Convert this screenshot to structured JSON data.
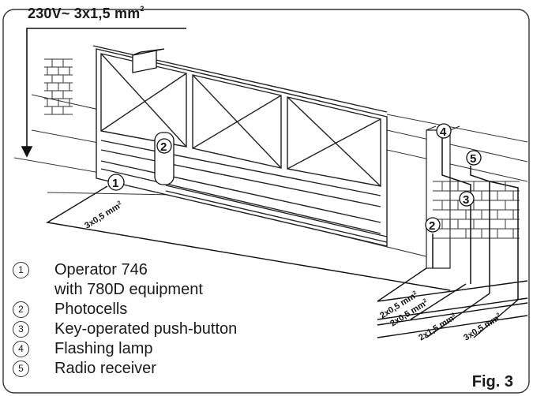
{
  "supply": {
    "text": "230V~ 3x1,5 mm",
    "sup": "2"
  },
  "cables": {
    "operator": {
      "text": "3x0,5 mm",
      "sup": "2"
    },
    "c1": {
      "text": "2x0,5 mm",
      "sup": "2"
    },
    "c2": {
      "text": "2x0,5 mm",
      "sup": "2"
    },
    "c3": {
      "text": "2x1,5 mm",
      "sup": "2"
    },
    "c4": {
      "text": "3x0,5 mm",
      "sup": "2"
    }
  },
  "callouts": {
    "n1": "1",
    "n2": "2",
    "n3": "3",
    "n2b": "2",
    "n4": "4",
    "n5": "5"
  },
  "legend": {
    "items": [
      {
        "num": "1",
        "line1": "Operator 746",
        "line2": "with 780D equipment"
      },
      {
        "num": "2",
        "line1": "Photocells"
      },
      {
        "num": "3",
        "line1": "Key-operated  push-button"
      },
      {
        "num": "4",
        "line1": "Flashing lamp"
      },
      {
        "num": "5",
        "line1": "Radio receiver"
      }
    ]
  },
  "figure_label": "Fig. 3"
}
